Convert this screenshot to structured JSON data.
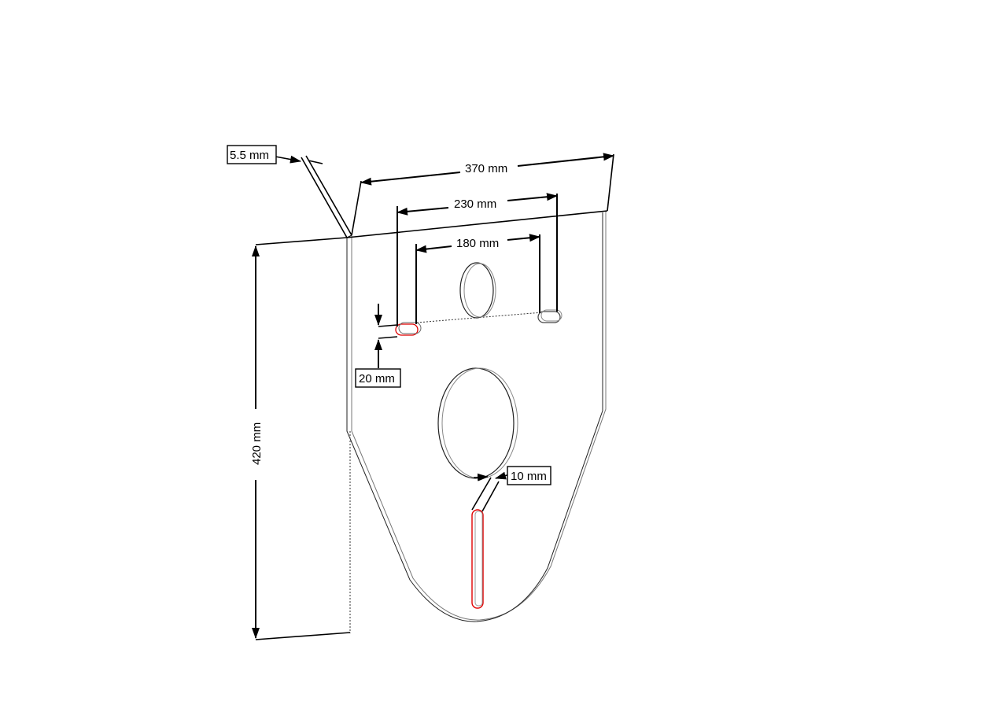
{
  "drawing": {
    "subject": "plate",
    "dimensions": {
      "overall_width": "370 mm",
      "outer_hole_spacing": "230 mm",
      "inner_hole_spacing": "180 mm",
      "height": "420 mm",
      "thickness": "5.5 mm",
      "slot_height": "20 mm",
      "bottom_slot_width": "10 mm"
    },
    "colors": {
      "outline": "#000000",
      "plate_edge": "#555555",
      "highlight": "#e00000"
    }
  }
}
